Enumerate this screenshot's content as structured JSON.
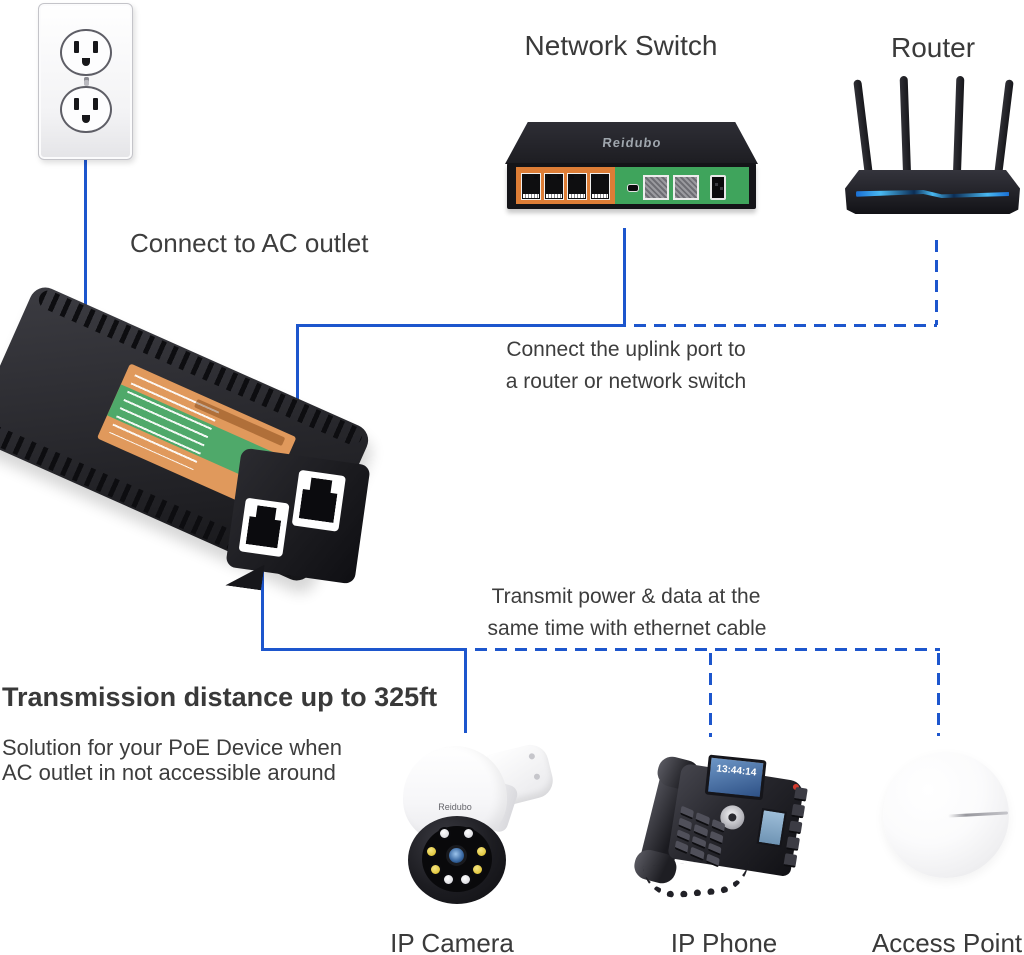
{
  "colors": {
    "line": "#1d56cd",
    "text": "#3d3d3d",
    "switch_orange": "#dd7d36",
    "switch_green": "#3fa45c",
    "injector_label_orange": "#e0995c",
    "injector_label_green": "#4fa96a"
  },
  "labels": {
    "network_switch": "Network Switch",
    "router": "Router",
    "ip_camera": "IP Camera",
    "ip_phone": "IP Phone",
    "access_point": "Access Point"
  },
  "annotations": {
    "connect_ac": "Connect to AC outlet",
    "uplink_line1": "Connect the uplink port to",
    "uplink_line2": "a router or network switch",
    "transmit_line1": "Transmit power & data at the",
    "transmit_line2": "same time with ethernet cable"
  },
  "info": {
    "heading": "Transmission distance up to 325ft",
    "body_line1": "Solution for your PoE Device when",
    "body_line2": "AC outlet in not accessible around"
  },
  "devices": {
    "switch_brand": "Reidubo",
    "camera_brand": "Reidubo",
    "phone_time": "13:44:14"
  }
}
